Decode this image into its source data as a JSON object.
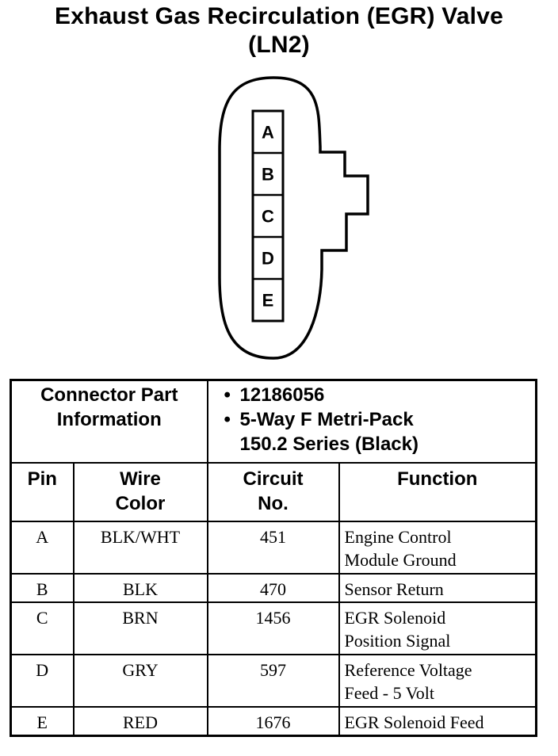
{
  "title": {
    "line1": "Exhaust Gas Recirculation (EGR) Valve",
    "line2": "(LN2)"
  },
  "connector": {
    "pins": [
      "A",
      "B",
      "C",
      "D",
      "E"
    ]
  },
  "table": {
    "info_label_line1": "Connector Part",
    "info_label_line2": "Information",
    "info_items": [
      "12186056",
      "5-Way F Metri-Pack",
      "150.2 Series (Black)"
    ],
    "headers": {
      "pin": "Pin",
      "wire_color_line1": "Wire",
      "wire_color_line2": "Color",
      "circuit_line1": "Circuit",
      "circuit_line2": "No.",
      "function": "Function"
    },
    "rows": [
      {
        "pin": "A",
        "wire_color": "BLK/WHT",
        "circuit": "451",
        "function_line1": "Engine Control",
        "function_line2": "Module Ground"
      },
      {
        "pin": "B",
        "wire_color": "BLK",
        "circuit": "470",
        "function_line1": "Sensor Return",
        "function_line2": ""
      },
      {
        "pin": "C",
        "wire_color": "BRN",
        "circuit": "1456",
        "function_line1": "EGR Solenoid",
        "function_line2": "Position Signal"
      },
      {
        "pin": "D",
        "wire_color": "GRY",
        "circuit": "597",
        "function_line1": "Reference Voltage",
        "function_line2": "Feed - 5 Volt"
      },
      {
        "pin": "E",
        "wire_color": "RED",
        "circuit": "1676",
        "function_line1": "EGR Solenoid Feed",
        "function_line2": ""
      }
    ]
  }
}
